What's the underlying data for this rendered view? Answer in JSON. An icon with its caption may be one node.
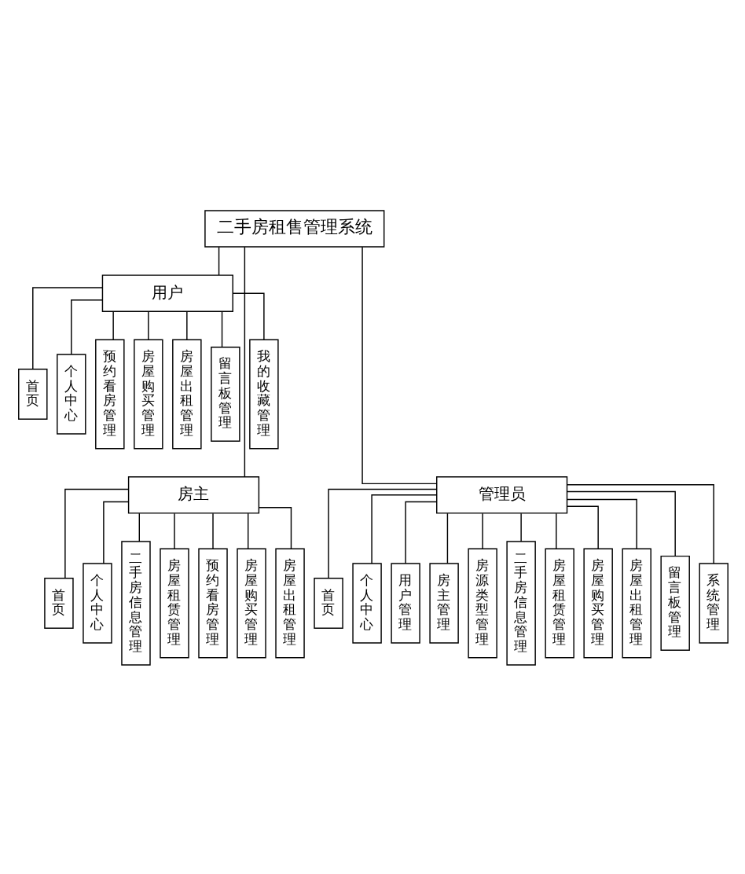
{
  "diagram": {
    "nodes": [
      {
        "text": [
          "二手房租售管理系统"
        ]
      },
      {
        "text": [
          "用户"
        ]
      },
      {
        "text": [
          "房主"
        ]
      },
      {
        "text": [
          "首页"
        ]
      },
      {
        "text": [
          "个人中心"
        ]
      },
      {
        "text": [
          "预约看房管理"
        ]
      },
      {
        "text": [
          "房屋购买管理"
        ]
      },
      {
        "text": [
          "房屋出租管理"
        ]
      },
      {
        "text": [
          "留言板管理"
        ]
      },
      {
        "text": [
          "我的收藏管理"
        ]
      },
      {
        "text": [
          "首页"
        ]
      },
      {
        "text": [
          "个人中心"
        ]
      },
      {
        "text": [
          "二手房信息管理"
        ]
      },
      {
        "text": [
          "房屋租赁管理"
        ]
      },
      {
        "text": [
          "预约看房管理"
        ]
      },
      {
        "text": [
          "房屋购买管理"
        ]
      },
      {
        "text": [
          "房屋出租管理"
        ]
      },
      {
        "text": [
          "管理员"
        ]
      },
      {
        "text": [
          "首页"
        ]
      },
      {
        "text": [
          "个人中心"
        ]
      },
      {
        "text": [
          "用户管理"
        ]
      },
      {
        "text": [
          "房主管理"
        ]
      },
      {
        "text": [
          "房源类型管理"
        ]
      },
      {
        "text": [
          "二手房信息管理"
        ]
      },
      {
        "text": [
          "房屋租赁管理"
        ]
      },
      {
        "text": [
          "房屋购买管理"
        ]
      },
      {
        "text": [
          "房屋出租管理"
        ]
      },
      {
        "text": [
          "留言板管理"
        ]
      },
      {
        "text": [
          "系统管理"
        ]
      }
    ],
    "edges": [
      {
        "from": 0,
        "to": 1,
        "arrow": "none"
      },
      {
        "from": 0,
        "to": 2,
        "arrow": "none"
      },
      {
        "from": 0,
        "to": 17,
        "arrow": "none"
      },
      {
        "from": 1,
        "to": 3,
        "arrow": "none"
      },
      {
        "from": 1,
        "to": 4,
        "arrow": "none"
      },
      {
        "from": 1,
        "to": 5,
        "arrow": "none"
      },
      {
        "from": 1,
        "to": 6,
        "arrow": "none"
      },
      {
        "from": 1,
        "to": 7,
        "arrow": "none"
      },
      {
        "from": 1,
        "to": 8,
        "arrow": "none"
      },
      {
        "from": 1,
        "to": 9,
        "arrow": "none"
      },
      {
        "from": 2,
        "to": 10,
        "arrow": "none"
      },
      {
        "from": 2,
        "to": 11,
        "arrow": "none"
      },
      {
        "from": 2,
        "to": 12,
        "arrow": "none"
      },
      {
        "from": 2,
        "to": 13,
        "arrow": "none"
      },
      {
        "from": 2,
        "to": 14,
        "arrow": "none"
      },
      {
        "from": 2,
        "to": 15,
        "arrow": "none"
      },
      {
        "from": 2,
        "to": 16,
        "arrow": "none"
      },
      {
        "from": 17,
        "to": 18,
        "arrow": "none"
      },
      {
        "from": 17,
        "to": 19,
        "arrow": "none"
      },
      {
        "from": 17,
        "to": 20,
        "arrow": "none"
      },
      {
        "from": 17,
        "to": 21,
        "arrow": "none"
      },
      {
        "from": 17,
        "to": 22,
        "arrow": "none"
      },
      {
        "from": 17,
        "to": 23,
        "arrow": "none"
      },
      {
        "from": 17,
        "to": 24,
        "arrow": "none"
      },
      {
        "from": 17,
        "to": 25,
        "arrow": "none"
      },
      {
        "from": 17,
        "to": 26,
        "arrow": "none"
      },
      {
        "from": 17,
        "to": 27,
        "arrow": "none"
      },
      {
        "from": 17,
        "to": 28,
        "arrow": "none"
      }
    ]
  }
}
